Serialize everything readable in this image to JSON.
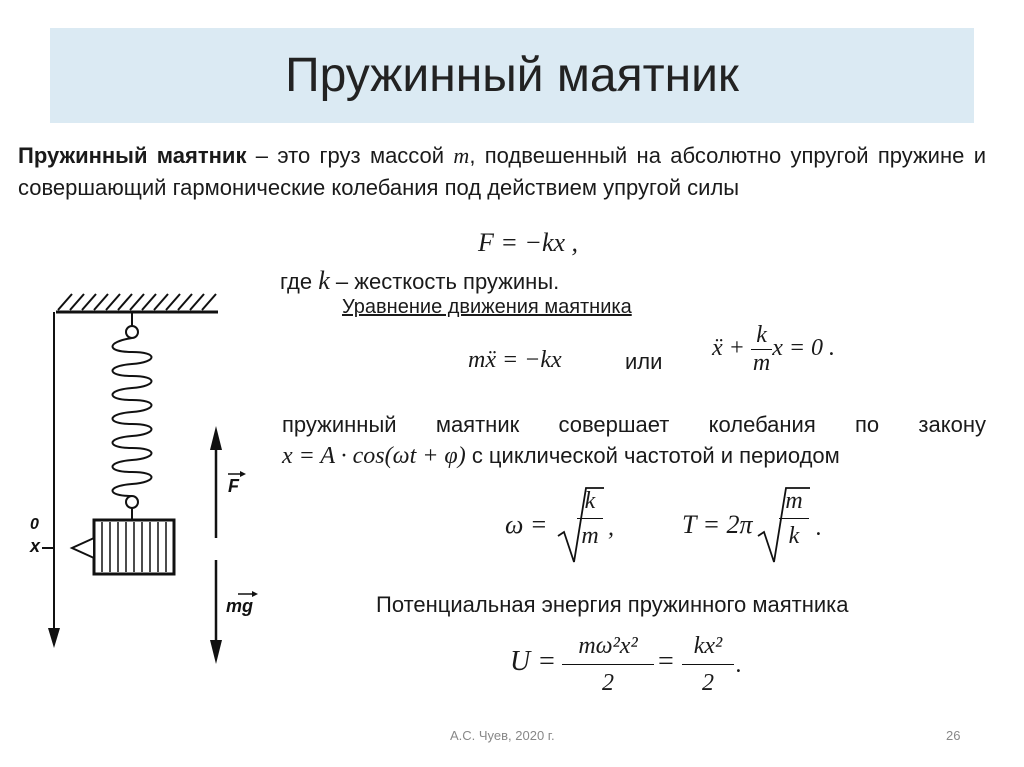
{
  "slide": {
    "title": "Пружинный маятник",
    "intro_term": "Пружинный маятник",
    "intro_dash": " – это груз массой ",
    "intro_var_m": "m",
    "intro_rest": ", подвешенный на абсолютно упругой пружине и совершающий гармонические колебания под действием упругой силы",
    "force_formula": "F = −kx ,",
    "where_prefix": "где ",
    "where_var": "k",
    "where_suffix": " – жесткость пружины.",
    "motion_heading": "Уравнение движения маятника",
    "motion_eq_left": "mẍ = −kx",
    "motion_or": "или",
    "motion_eq_right_a": "ẍ + ",
    "motion_eq_right_num": "k",
    "motion_eq_right_den": "m",
    "motion_eq_right_b": "x = 0 .",
    "law_text": "пружинный маятник совершает колебания по закону",
    "law_formula": "x = A · cos(ωt + φ)",
    "law_suffix": " с циклической частотой и периодом",
    "omega_left": "ω =",
    "omega_num": "k",
    "omega_den": "m",
    "omega_comma": ",",
    "period_left": "T = 2π",
    "period_num": "m",
    "period_den": "k",
    "period_dot": ".",
    "energy_heading": "Потенциальная энергия пружинного маятника",
    "energy_left": "U =",
    "energy_frac1_num": "mω²x²",
    "energy_frac1_den": "2",
    "energy_eq": "=",
    "energy_frac2_num": "kx²",
    "energy_frac2_den": "2",
    "energy_dot": ".",
    "footer_author": "А.С. Чуев, 2020 г.",
    "footer_page": "26"
  },
  "diagram": {
    "label_zero": "0",
    "label_x": "x",
    "label_force": "F",
    "label_weight": "mg"
  }
}
